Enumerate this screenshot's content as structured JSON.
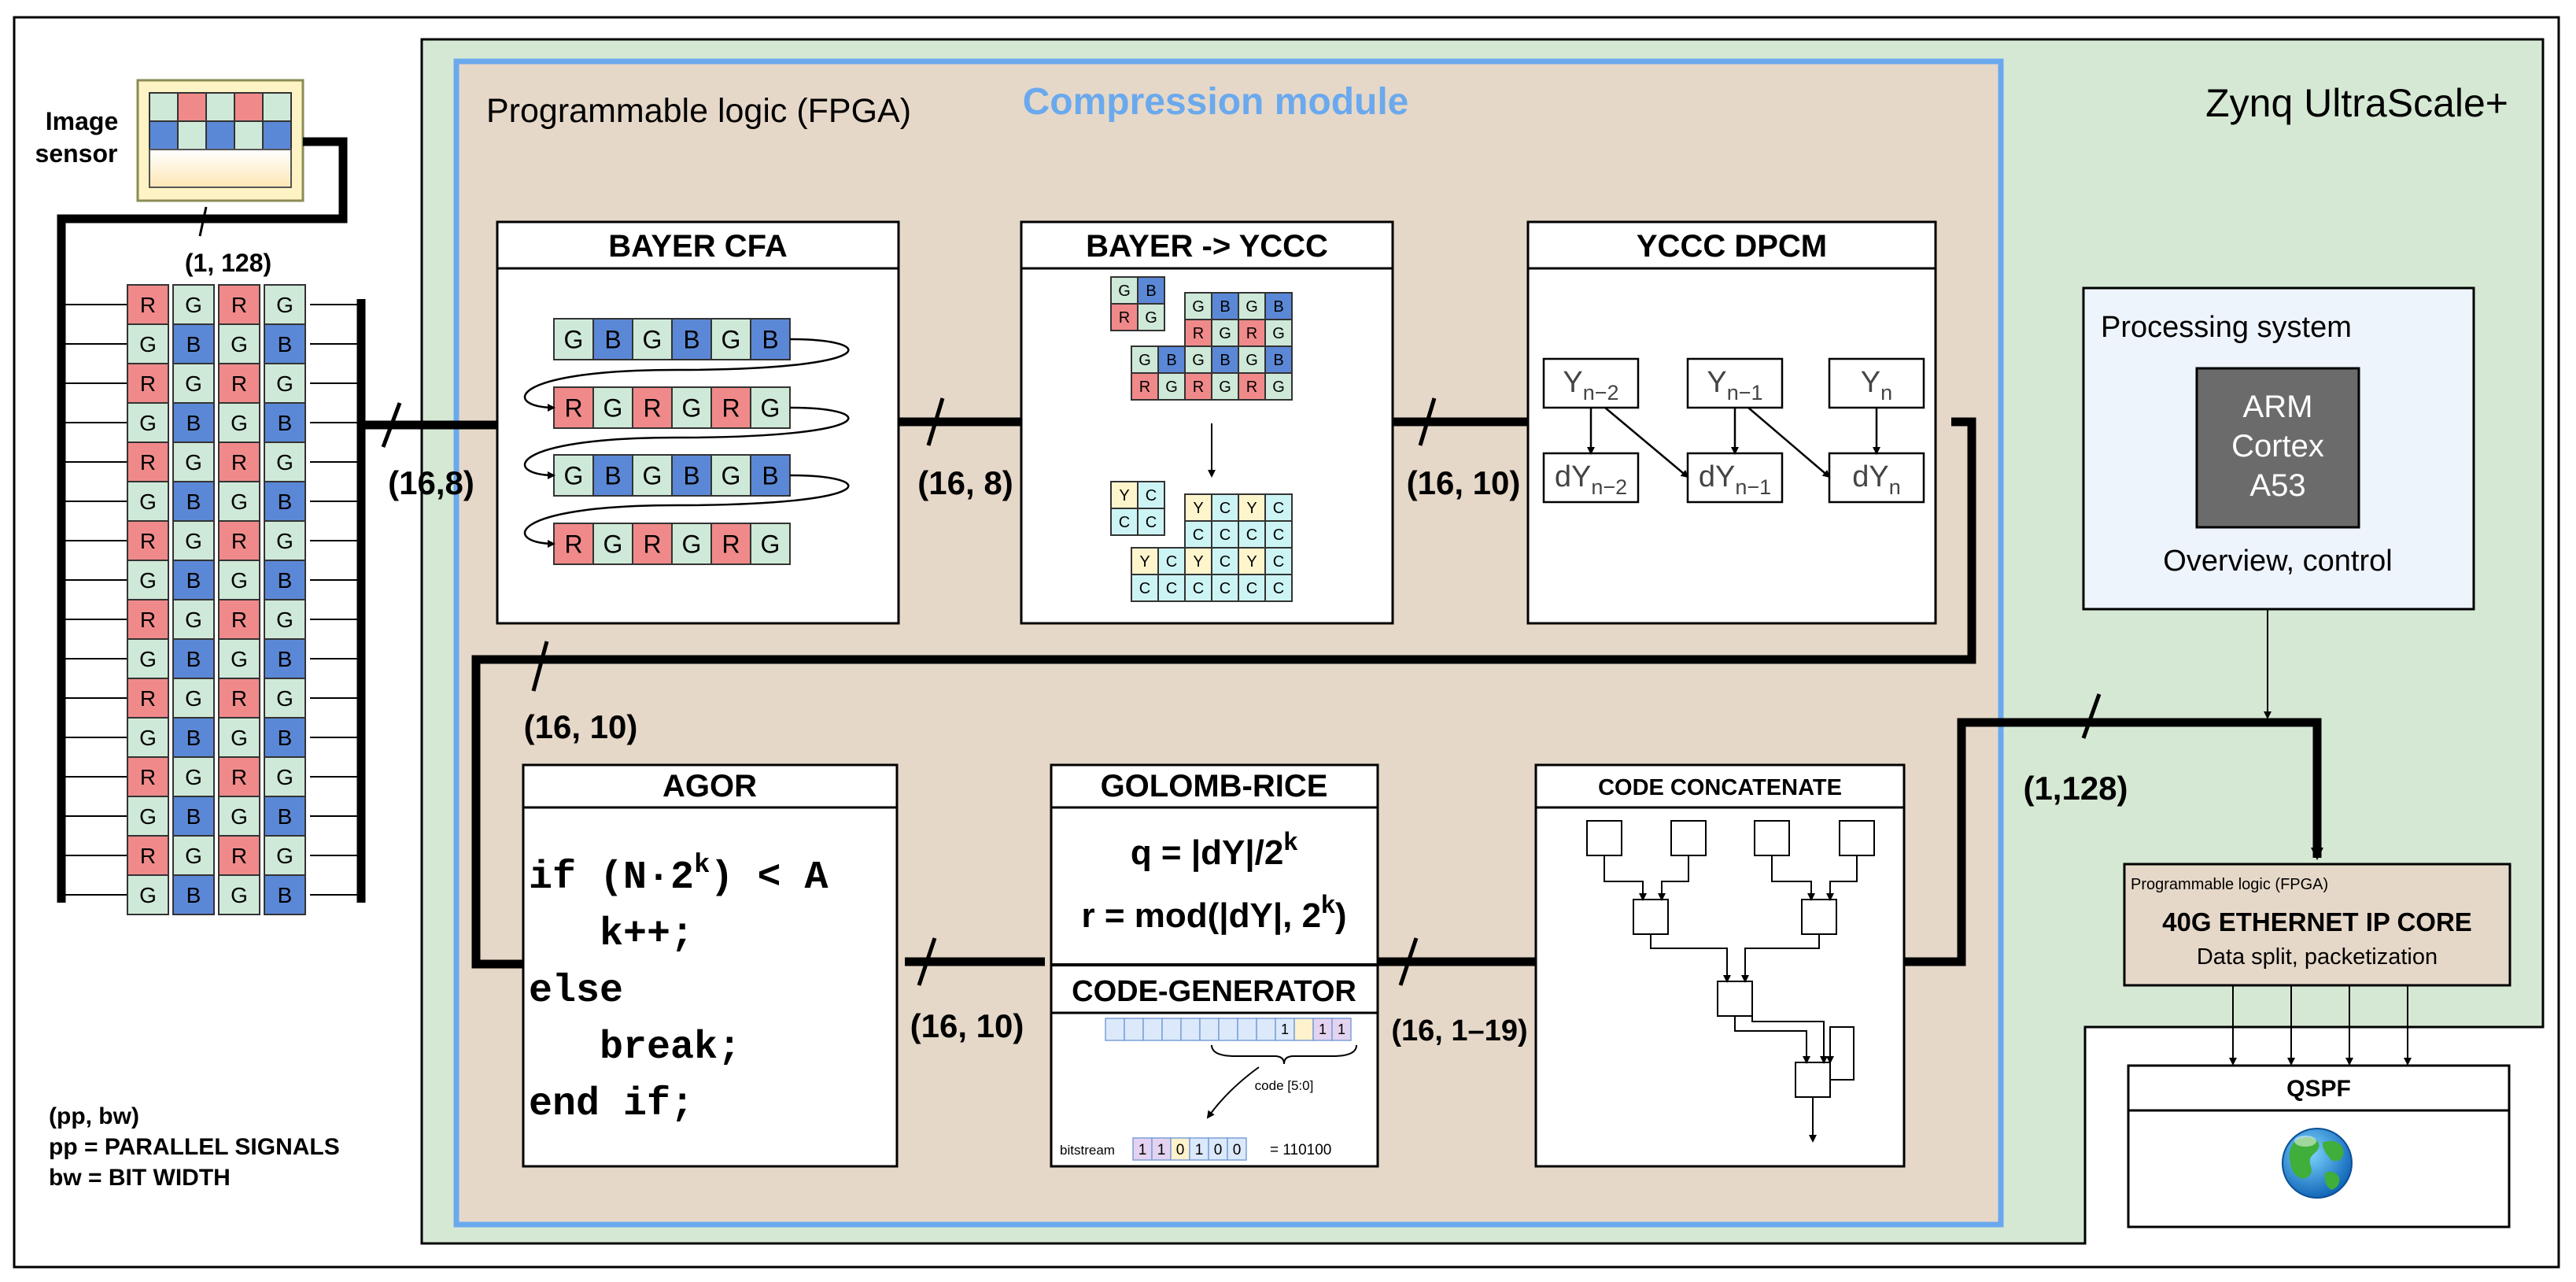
{
  "zynq_title": "Zynq UltraScale+",
  "pl_title": "Programmable logic (FPGA)",
  "compression_title": "Compression module",
  "image_sensor": {
    "line1": "Image",
    "line2": "sensor"
  },
  "sensor_bus_label": "(1, 128)",
  "bayer_rows": [
    [
      "R",
      "G",
      "R",
      "G"
    ],
    [
      "G",
      "B",
      "G",
      "B"
    ],
    [
      "R",
      "G",
      "R",
      "G"
    ],
    [
      "G",
      "B",
      "G",
      "B"
    ],
    [
      "R",
      "G",
      "R",
      "G"
    ],
    [
      "G",
      "B",
      "G",
      "B"
    ],
    [
      "R",
      "G",
      "R",
      "G"
    ],
    [
      "G",
      "B",
      "G",
      "B"
    ],
    [
      "R",
      "G",
      "R",
      "G"
    ],
    [
      "G",
      "B",
      "G",
      "B"
    ],
    [
      "R",
      "G",
      "R",
      "G"
    ],
    [
      "G",
      "B",
      "G",
      "B"
    ],
    [
      "R",
      "G",
      "R",
      "G"
    ],
    [
      "G",
      "B",
      "G",
      "B"
    ],
    [
      "R",
      "G",
      "R",
      "G"
    ],
    [
      "G",
      "B",
      "G",
      "B"
    ]
  ],
  "bus_labels": {
    "b1": "(16,8)",
    "b2": "(16, 8)",
    "b3": "(16, 10)",
    "b4": "(16, 10)",
    "b5": "(16, 10)",
    "b6": "(16, 1–19)",
    "b7": "(1,128)"
  },
  "blocks": {
    "bayer_cfa": {
      "title": "BAYER CFA",
      "rows": [
        [
          "G",
          "B",
          "G",
          "B",
          "G",
          "B"
        ],
        [
          "R",
          "G",
          "R",
          "G",
          "R",
          "G"
        ],
        [
          "G",
          "B",
          "G",
          "B",
          "G",
          "B"
        ],
        [
          "R",
          "G",
          "R",
          "G",
          "R",
          "G"
        ]
      ]
    },
    "bayer_ycc": {
      "title": "BAYER -> YCCC",
      "small_in": [
        [
          "G",
          "B"
        ],
        [
          "R",
          "G"
        ]
      ],
      "big_in": [
        [
          "G",
          "B",
          "G",
          "B"
        ],
        [
          "R",
          "G",
          "R",
          "G"
        ],
        [
          "G",
          "B",
          "G",
          "B",
          "G",
          "B"
        ],
        [
          "R",
          "G",
          "R",
          "G",
          "R",
          "G"
        ]
      ],
      "small_out": [
        [
          "Y",
          "C"
        ],
        [
          "C",
          "C"
        ]
      ],
      "big_out": [
        [
          "Y",
          "C",
          "Y",
          "C"
        ],
        [
          "C",
          "C",
          "C",
          "C"
        ],
        [
          "Y",
          "C",
          "Y",
          "C",
          "Y",
          "C"
        ],
        [
          "C",
          "C",
          "C",
          "C",
          "C",
          "C"
        ]
      ]
    },
    "ycc_dpcm": {
      "title": "YCCC DPCM",
      "top": [
        {
          "base": "Y",
          "sub": "n−2"
        },
        {
          "base": "Y",
          "sub": "n−1"
        },
        {
          "base": "Y",
          "sub": "n"
        }
      ],
      "bottom": [
        {
          "base": "dY",
          "sub": "n−2"
        },
        {
          "base": "dY",
          "sub": "n−1"
        },
        {
          "base": "dY",
          "sub": "n"
        }
      ]
    },
    "agor": {
      "title": "AGOR",
      "code": [
        {
          "a": "if (N·2",
          "sup": "k",
          "b": ") < A"
        },
        {
          "a": "   k++;",
          "sup": "",
          "b": ""
        },
        {
          "a": "else",
          "sup": "",
          "b": ""
        },
        {
          "a": "   break;",
          "sup": "",
          "b": ""
        },
        {
          "a": "end if;",
          "sup": "",
          "b": ""
        }
      ]
    },
    "golomb": {
      "title": "GOLOMB-RICE",
      "q_a": "q = |dY|/2",
      "q_sup": "k",
      "r_a": "r = mod(|dY|, 2",
      "r_sup": "k",
      "r_b": ")"
    },
    "codegen": {
      "title": "CODE-GENERATOR",
      "top_bits": [
        "",
        "",
        "",
        "",
        "",
        "",
        "",
        "",
        "",
        "1",
        "",
        "1",
        "1"
      ],
      "code_label": "code [5:0]",
      "bitstream_label": "bitstream",
      "bits": [
        "1",
        "1",
        "0",
        "1",
        "0",
        "0"
      ],
      "result": "= 110100"
    },
    "concat": {
      "title": "CODE CONCATENATE"
    }
  },
  "processing_system": {
    "title": "Processing system",
    "cpu": [
      "ARM",
      "Cortex",
      "A53"
    ],
    "caption": "Overview, control"
  },
  "ethernet": {
    "small": "Programmable logic (FPGA)",
    "title": "40G ETHERNET IP CORE",
    "sub": "Data split, packetization"
  },
  "qspf": {
    "title": "QSPF"
  },
  "legend": [
    "(pp, bw)",
    "pp = PARALLEL SIGNALS",
    "bw = BIT WIDTH"
  ],
  "colors": {
    "zynq_bg": "#d5e8d4",
    "pl_bg": "#e6d8c8",
    "compression_border": "#6aa9ee",
    "red": "#f08a8a",
    "green": "#cfe9d8",
    "blue": "#5b88d6",
    "yellow": "#fff5cc",
    "cyan": "#cdf4f4",
    "ps_bg": "#eef4fc",
    "cpu": "#6b6b6b",
    "eth": "#e6d8c8"
  }
}
